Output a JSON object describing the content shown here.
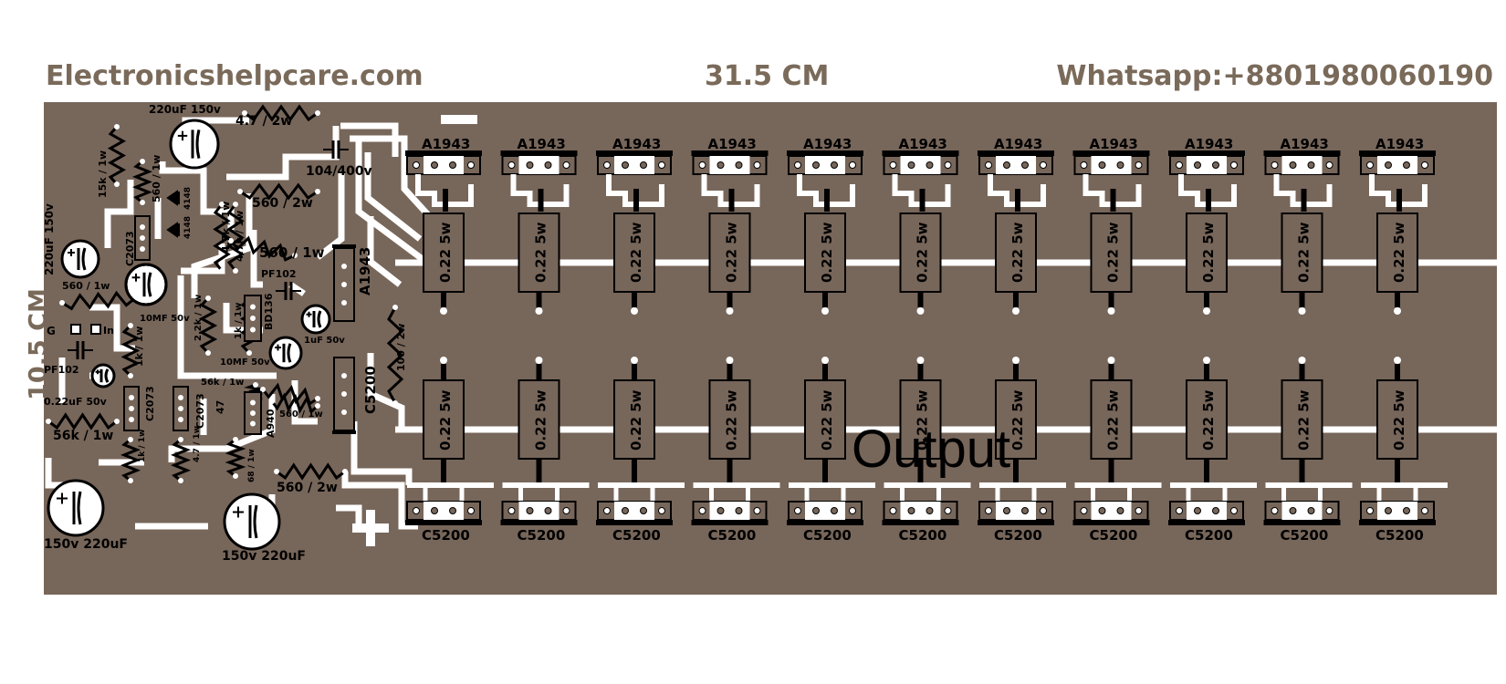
{
  "header": {
    "website": "Electronicshelpcare.com",
    "width_label": "31.5 CM",
    "whatsapp": "Whatsapp:+8801980060190"
  },
  "side": {
    "height_label": "10.5 CM"
  },
  "board": {
    "output_label": "Output",
    "top_transistor_label": "A1943",
    "bottom_transistor_label": "C5200",
    "emitter_resistor_label": "0.22 5w",
    "output_pair_count": 11,
    "driver_section": {
      "cap_220uF_150v_top": "220uF 150v",
      "res_4_7_2w": "4.7 / 2w",
      "cap_104_400v": "104/400v",
      "res_15k_1w": "15k / 1w",
      "res_560_1w_a": "560 / 1w",
      "diode_4148_a": "4148",
      "diode_4148_b": "4148",
      "res_560_2w_a": "560 / 2w",
      "cap_220uF_150v_left": "220uF 150v",
      "q_c2073_a": "C2073",
      "res_4_7k_1w_a": "4.7k / 1w",
      "res_4_7k_1w_b": "4.7k / 1w",
      "res_560_1w_b": "560 / 1w",
      "driver_a1943": "A1943",
      "res_560_1w_c": "560 / 1w",
      "cap_pf102_a": "PF102",
      "res_2_2k_1w": "2.2k / 1w",
      "cap_10mf_50v_a": "10MF 50v",
      "q_bd136": "BD136",
      "cap_1uf_50v": "1uF 50v",
      "res_1k_1w_a": "1k / 1w",
      "res_1k_1w_b": "1k / 1w",
      "input_g": "G",
      "input_in": "In",
      "cap_pf102_b": "PF102",
      "cap_0_22uf_50v": "0.22uF 50v",
      "cap_10mf_50v_b": "10MF 50v",
      "res_100_2w": "100 / 2w",
      "res_56k_1w_a": "56k / 1w",
      "res_56k_1w_b": "56k / 1w",
      "q_c2073_b": "C2073",
      "q_c2073_c": "C2073",
      "res_47": "47",
      "q_a940": "A940",
      "res_560_1w_d": "560 / 1w",
      "driver_c5200": "C5200",
      "res_1k_1w_c": "1k / 1w",
      "res_4_7_1w": "4.7 / 1w",
      "res_68_1w": "68 / 1w",
      "res_560_2w_b": "560 / 2w",
      "cap_150v_220uF_a": "150v 220uF",
      "cap_150v_220uF_b": "150v 220uF"
    }
  }
}
